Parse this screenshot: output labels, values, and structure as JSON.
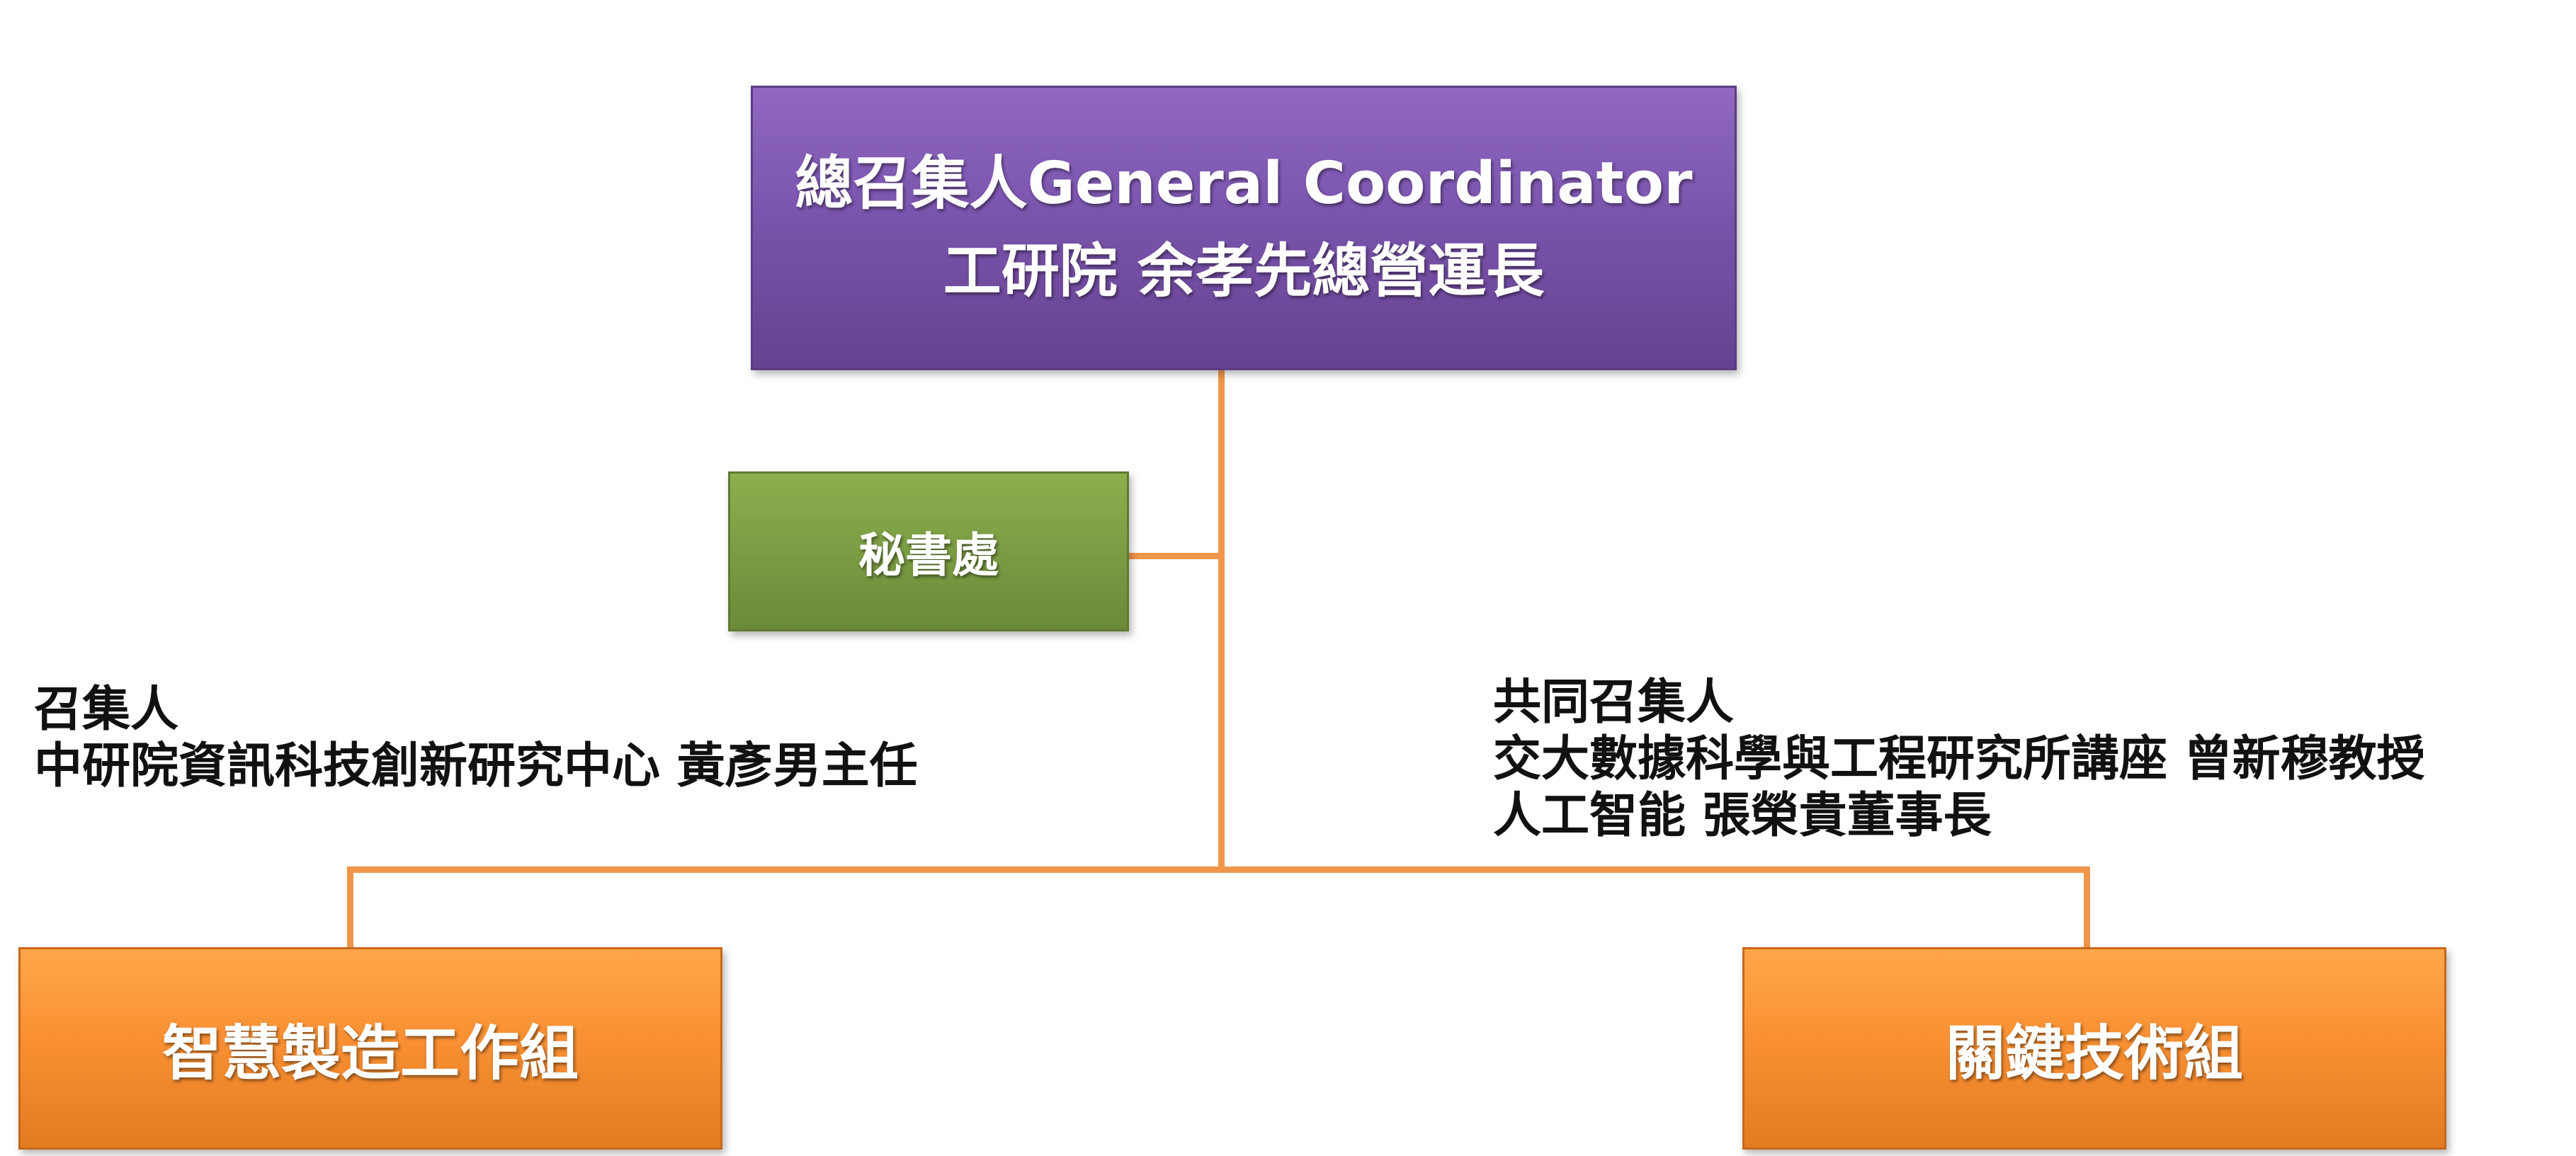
{
  "top": {
    "line1": "總召集人General Coordinator",
    "line2": "工研院 余孝先總營運長"
  },
  "secretariat": "秘書處",
  "left_label": {
    "line1": "召集人",
    "line2": "中研院資訊科技創新研究中心 黃彥男主任"
  },
  "right_label": {
    "line1": "共同召集人",
    "line2": "交大數據科學與工程研究所講座 曾新穆教授",
    "line3": "人工智能 張榮貴董事長"
  },
  "groups": {
    "left": "智慧製造工作組",
    "right": "關鍵技術組"
  },
  "colors": {
    "top_box": "#7a54ad",
    "secretariat_box": "#7b9c43",
    "group_box": "#f99033",
    "connector": "#f0964a"
  }
}
